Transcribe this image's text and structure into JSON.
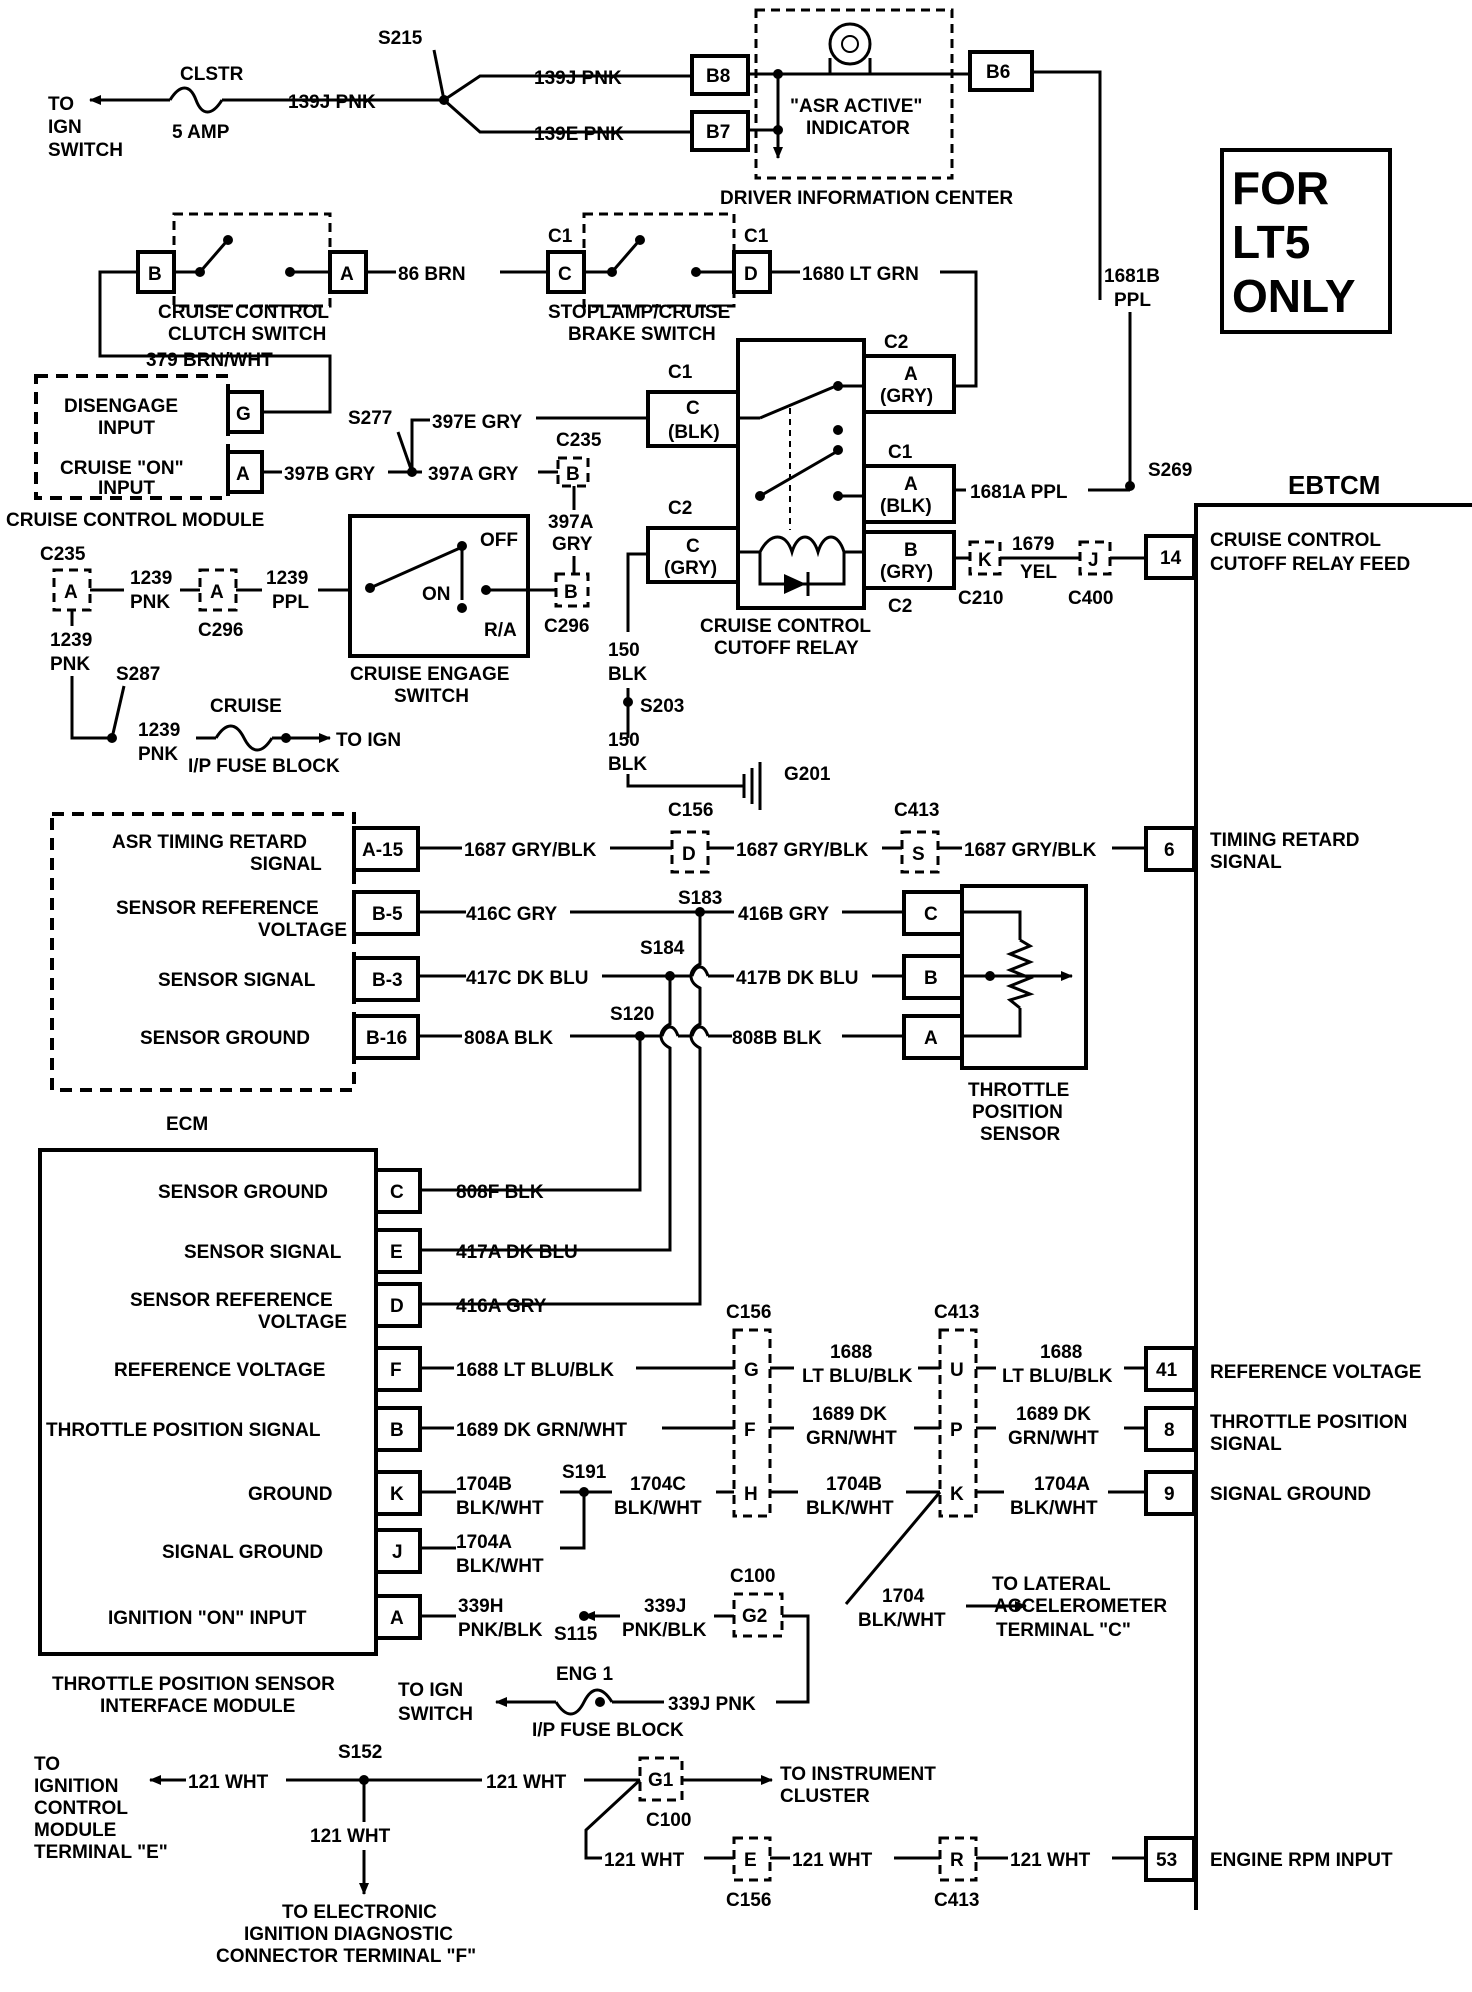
{
  "components": {
    "lt5_box": [
      "FOR",
      "LT5",
      "ONLY"
    ],
    "ebtcm": "EBTCM",
    "dic": "DRIVER INFORMATION CENTER",
    "asr_indicator": [
      "\"ASR ACTIVE\"",
      "INDICATOR"
    ],
    "clutch_switch": [
      "CRUISE CONTROL",
      "CLUTCH SWITCH"
    ],
    "brake_switch": [
      "STOPLAMP/CRUISE",
      "BRAKE SWITCH"
    ],
    "ccm": "CRUISE CONTROL MODULE",
    "ccm_disengage": [
      "DISENGAGE",
      "INPUT"
    ],
    "ccm_on": [
      "CRUISE \"ON\"",
      "INPUT"
    ],
    "engage_switch": [
      "CRUISE ENGAGE",
      "SWITCH"
    ],
    "engage_states": [
      "OFF",
      "ON",
      "R/A"
    ],
    "relay": [
      "CRUISE CONTROL",
      "CUTOFF RELAY"
    ],
    "ecm": "ECM",
    "ecm_pins": [
      {
        "label": [
          "ASR TIMING RETARD",
          "SIGNAL"
        ],
        "pin": "A-15"
      },
      {
        "label": [
          "SENSOR REFERENCE",
          "VOLTAGE"
        ],
        "pin": "B-5"
      },
      {
        "label": [
          "SENSOR SIGNAL"
        ],
        "pin": "B-3"
      },
      {
        "label": [
          "SENSOR GROUND"
        ],
        "pin": "B-16"
      }
    ],
    "tps": [
      "THROTTLE",
      "POSITION",
      "SENSOR"
    ],
    "tps_pins": [
      "C",
      "B",
      "A"
    ],
    "tpsim": [
      "THROTTLE POSITION SENSOR",
      "INTERFACE MODULE"
    ],
    "tpsim_pins": [
      {
        "label": [
          "SENSOR GROUND"
        ],
        "pin": "C"
      },
      {
        "label": [
          "SENSOR SIGNAL"
        ],
        "pin": "E"
      },
      {
        "label": [
          "SENSOR REFERENCE",
          "VOLTAGE"
        ],
        "pin": "D"
      },
      {
        "label": [
          "REFERENCE VOLTAGE"
        ],
        "pin": "F"
      },
      {
        "label": [
          "THROTTLE POSITION SIGNAL"
        ],
        "pin": "B"
      },
      {
        "label": [
          "GROUND"
        ],
        "pin": "K"
      },
      {
        "label": [
          "SIGNAL GROUND"
        ],
        "pin": "J"
      },
      {
        "label": [
          "IGNITION \"ON\" INPUT"
        ],
        "pin": "A"
      }
    ],
    "ebtcm_pins": [
      {
        "pin": "14",
        "label": [
          "CRUISE CONTROL",
          "CUTOFF RELAY FEED"
        ]
      },
      {
        "pin": "6",
        "label": [
          "TIMING RETARD",
          "SIGNAL"
        ]
      },
      {
        "pin": "41",
        "label": [
          "REFERENCE VOLTAGE"
        ]
      },
      {
        "pin": "8",
        "label": [
          "THROTTLE POSITION",
          "SIGNAL"
        ]
      },
      {
        "pin": "9",
        "label": [
          "SIGNAL GROUND"
        ]
      },
      {
        "pin": "53",
        "label": [
          "ENGINE RPM INPUT"
        ]
      }
    ]
  },
  "fuses": {
    "clstr": [
      "CLSTR",
      "5 AMP"
    ],
    "cruise": [
      "CRUISE",
      "I/P FUSE BLOCK"
    ],
    "eng1": [
      "ENG 1",
      "I/P FUSE BLOCK"
    ]
  },
  "destinations": {
    "ign_switch_1": [
      "TO",
      "IGN",
      "SWITCH"
    ],
    "to_ign": "TO IGN",
    "ign_switch_2": [
      "TO IGN",
      "SWITCH"
    ],
    "ign_module": [
      "TO",
      "IGNITION",
      "CONTROL",
      "MODULE",
      "TERMINAL \"E\""
    ],
    "diag_conn": [
      "TO ELECTRONIC",
      "IGNITION DIAGNOSTIC",
      "CONNECTOR TERMINAL \"F\""
    ],
    "inst_cluster": [
      "TO INSTRUMENT",
      "CLUSTER"
    ],
    "lat_accel": [
      "TO LATERAL",
      "ACCELEROMETER",
      "TERMINAL \"C\""
    ]
  },
  "wires": {
    "w139j_a": "139J PNK",
    "w139j_b": "139J PNK",
    "w139e": "139E PNK",
    "w86": "86 BRN",
    "w1680": "1680 LT GRN",
    "w1681b": [
      "1681B",
      "PPL"
    ],
    "w379": "379 BRN/WHT",
    "w397e": "397E GRY",
    "w397b": "397B GRY",
    "w397a": "397A GRY",
    "w397a_v": [
      "397A",
      "GRY"
    ],
    "w1681a": "1681A PPL",
    "w1679": [
      "1679",
      "YEL"
    ],
    "w1239_a": [
      "1239",
      "PNK"
    ],
    "w1239_b": [
      "1239",
      "PPL"
    ],
    "w1239_c": [
      "1239",
      "PNK"
    ],
    "w1239_d": [
      "1239",
      "PNK"
    ],
    "w150_a": [
      "150",
      "BLK"
    ],
    "w150_b": [
      "150",
      "BLK"
    ],
    "w1687": "1687 GRY/BLK",
    "w416c": "416C GRY",
    "w416b": "416B GRY",
    "w417c": "417C DK BLU",
    "w417b": "417B DK BLU",
    "w808a": "808A BLK",
    "w808b": "808B BLK",
    "w808f": "808F BLK",
    "w417a": "417A DK BLU",
    "w416a": "416A GRY",
    "w1688a": "1688 LT BLU/BLK",
    "w1688b": [
      "1688",
      "LT BLU/BLK"
    ],
    "w1689a": "1689 DK GRN/WHT",
    "w1689b": [
      "1689 DK",
      "GRN/WHT"
    ],
    "w1704b": [
      "1704B",
      "BLK/WHT"
    ],
    "w1704c": [
      "1704C",
      "BLK/WHT"
    ],
    "w1704a": [
      "1704A",
      "BLK/WHT"
    ],
    "w1704": [
      "1704",
      "BLK/WHT"
    ],
    "w339h": [
      "339H",
      "PNK/BLK"
    ],
    "w339j": [
      "339J",
      "PNK/BLK"
    ],
    "w339j_pnk": "339J PNK",
    "w121": "121 WHT"
  },
  "splices": [
    "S215",
    "S277",
    "S287",
    "S203",
    "S183",
    "S184",
    "S120",
    "S191",
    "S115",
    "S152",
    "S269"
  ],
  "ground": "G201",
  "connectors": {
    "c1": "C1",
    "c2": "C2",
    "c235": "C235",
    "c296": "C296",
    "c210": "C210",
    "c400": "C400",
    "c156": "C156",
    "c413": "C413",
    "c100": "C100",
    "pins": {
      "b8": "B8",
      "b7": "B7",
      "b6": "B6",
      "a": "A",
      "b": "B",
      "c": "C",
      "d": "D",
      "g": "G",
      "k": "K",
      "j": "J",
      "s": "S",
      "u": "U",
      "p": "P",
      "h": "H",
      "f": "F",
      "e": "E",
      "r": "R",
      "g1": "G1",
      "g2": "G2",
      "cblk": [
        "C",
        "(BLK)"
      ],
      "agry": [
        "A",
        "(GRY)"
      ],
      "ablk": [
        "A",
        "(BLK)"
      ],
      "cgry": [
        "C",
        "(GRY)"
      ],
      "bgry": [
        "B",
        "(GRY)"
      ]
    }
  }
}
